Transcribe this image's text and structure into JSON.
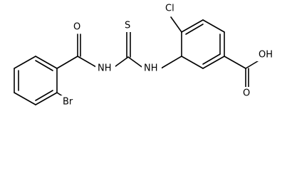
{
  "molecule": {
    "atoms": {
      "oxygen_amide": "O",
      "sulfur": "S",
      "chlorine": "Cl",
      "nh_left": "NH",
      "nh_right": "NH",
      "bromine": "Br",
      "hydroxyl": "OH",
      "oxygen_acid": "O"
    }
  }
}
